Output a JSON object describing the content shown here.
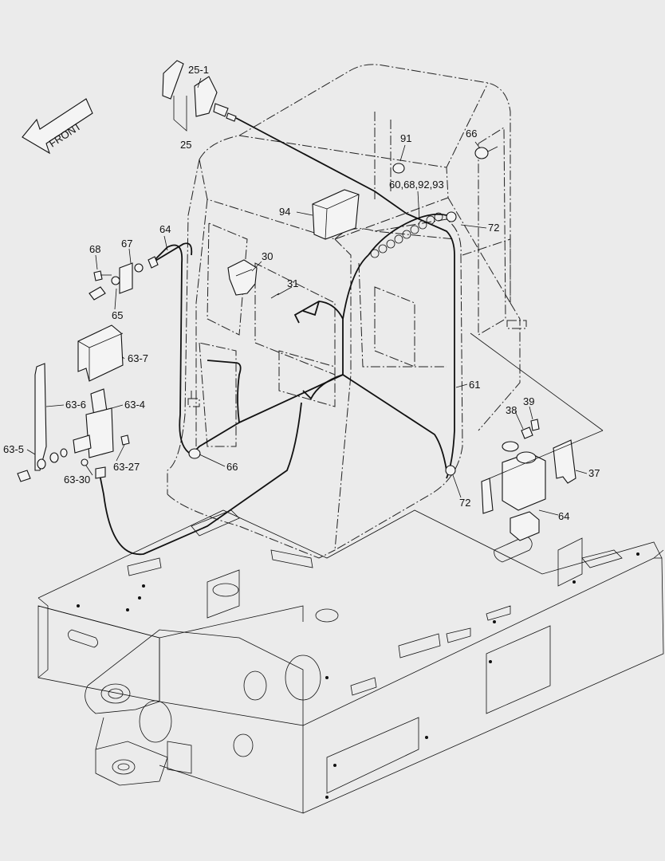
{
  "diagram": {
    "front_label": "FRONT",
    "labels": [
      {
        "id": "p25-1",
        "text": "25-1"
      },
      {
        "id": "p25",
        "text": "25"
      },
      {
        "id": "p91",
        "text": "91"
      },
      {
        "id": "p66-top",
        "text": "66"
      },
      {
        "id": "p60",
        "text": "60,68,92,93"
      },
      {
        "id": "p94",
        "text": "94"
      },
      {
        "id": "p72-top",
        "text": "72"
      },
      {
        "id": "p64-hose",
        "text": "64"
      },
      {
        "id": "p68",
        "text": "68"
      },
      {
        "id": "p67",
        "text": "67"
      },
      {
        "id": "p30",
        "text": "30"
      },
      {
        "id": "p31",
        "text": "31"
      },
      {
        "id": "p65",
        "text": "65"
      },
      {
        "id": "p63-7",
        "text": "63-7"
      },
      {
        "id": "p61",
        "text": "61"
      },
      {
        "id": "p63-6",
        "text": "63-6"
      },
      {
        "id": "p63-4",
        "text": "63-4"
      },
      {
        "id": "p39",
        "text": "39"
      },
      {
        "id": "p38",
        "text": "38"
      },
      {
        "id": "p63-5",
        "text": "63-5"
      },
      {
        "id": "p66-mid",
        "text": "66"
      },
      {
        "id": "p63-27",
        "text": "63-27"
      },
      {
        "id": "p37",
        "text": "37"
      },
      {
        "id": "p63-30",
        "text": "63-30"
      },
      {
        "id": "p72-bot",
        "text": "72"
      },
      {
        "id": "p64-tank",
        "text": "64"
      }
    ]
  }
}
